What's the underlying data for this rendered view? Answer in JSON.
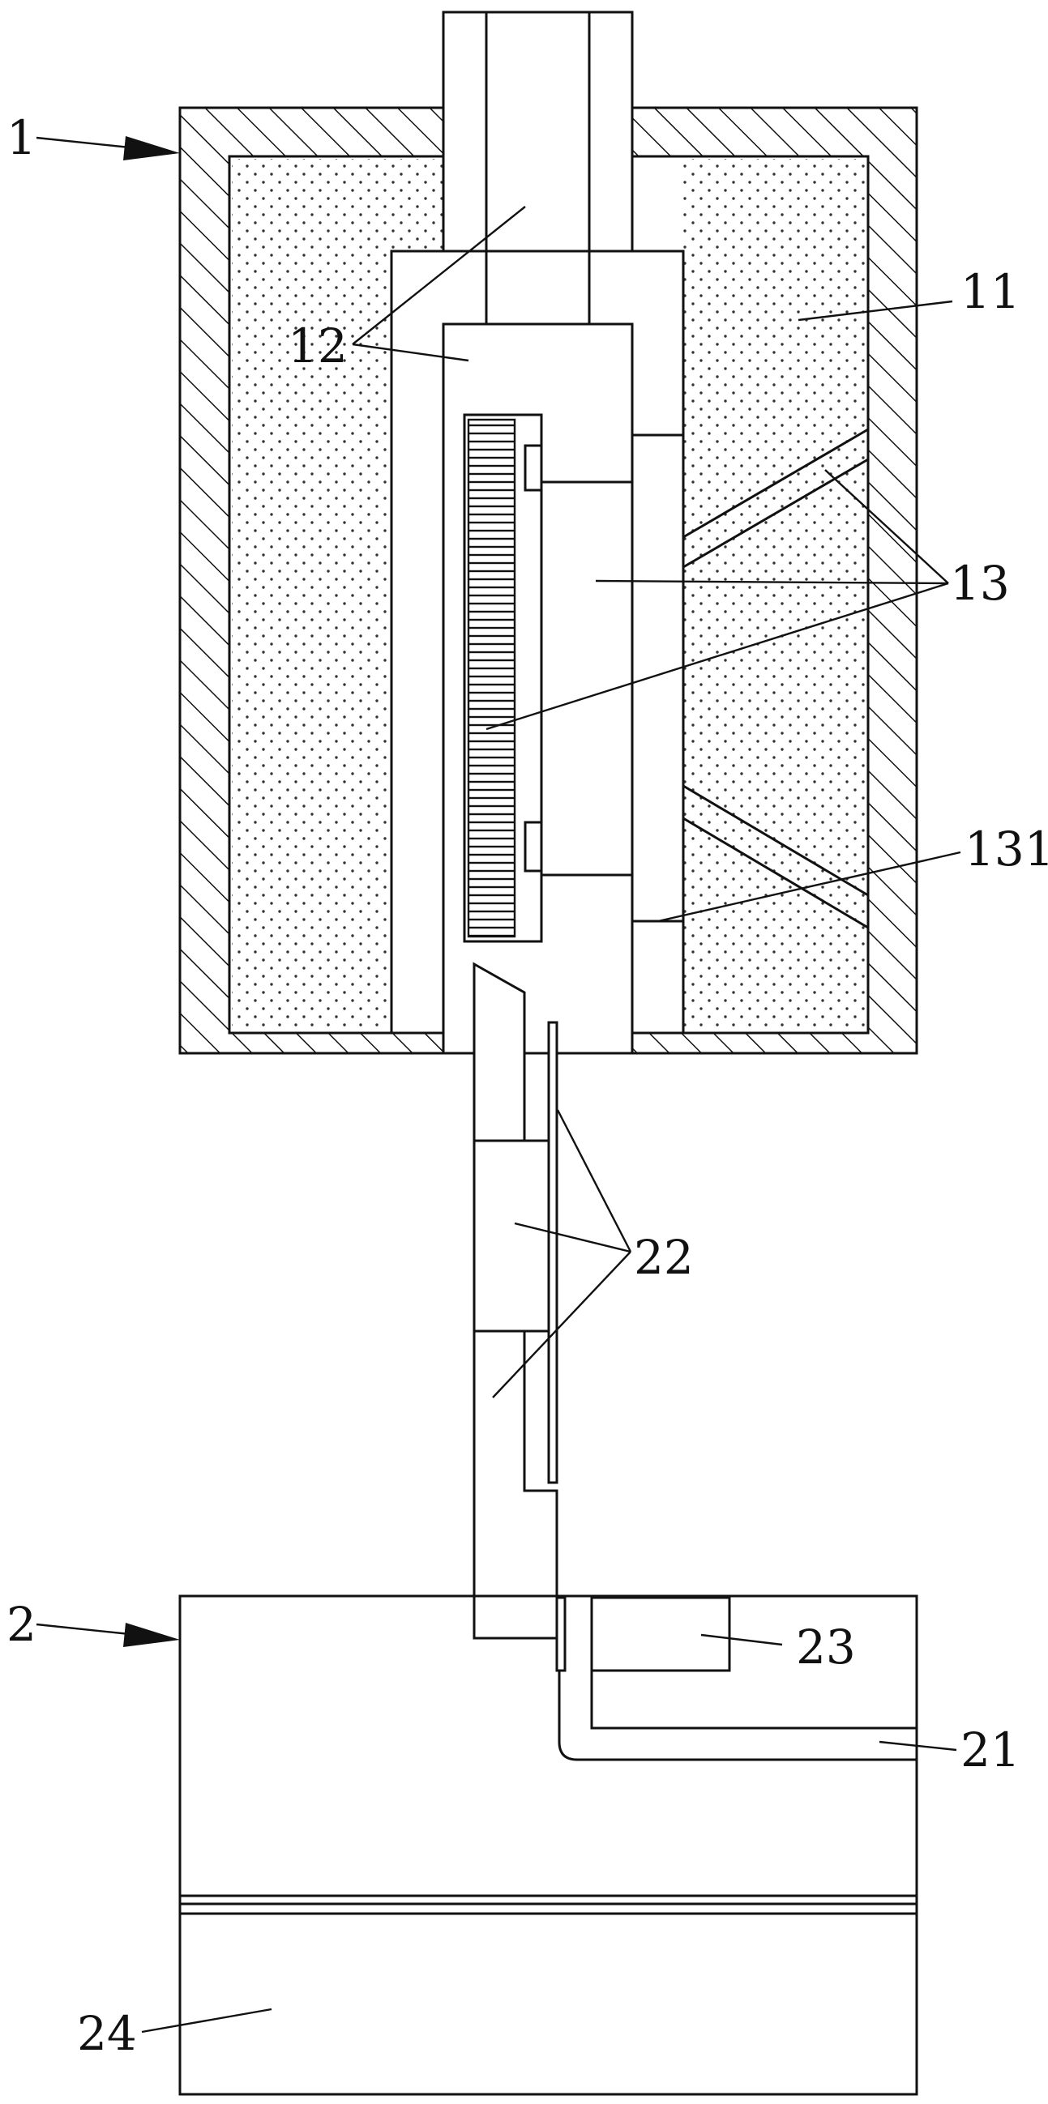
{
  "labels": {
    "l1": "1",
    "l2": "2",
    "l11": "11",
    "l12": "12",
    "l13": "13",
    "l131": "131",
    "l21": "21",
    "l22": "22",
    "l23": "23",
    "l24": "24"
  }
}
